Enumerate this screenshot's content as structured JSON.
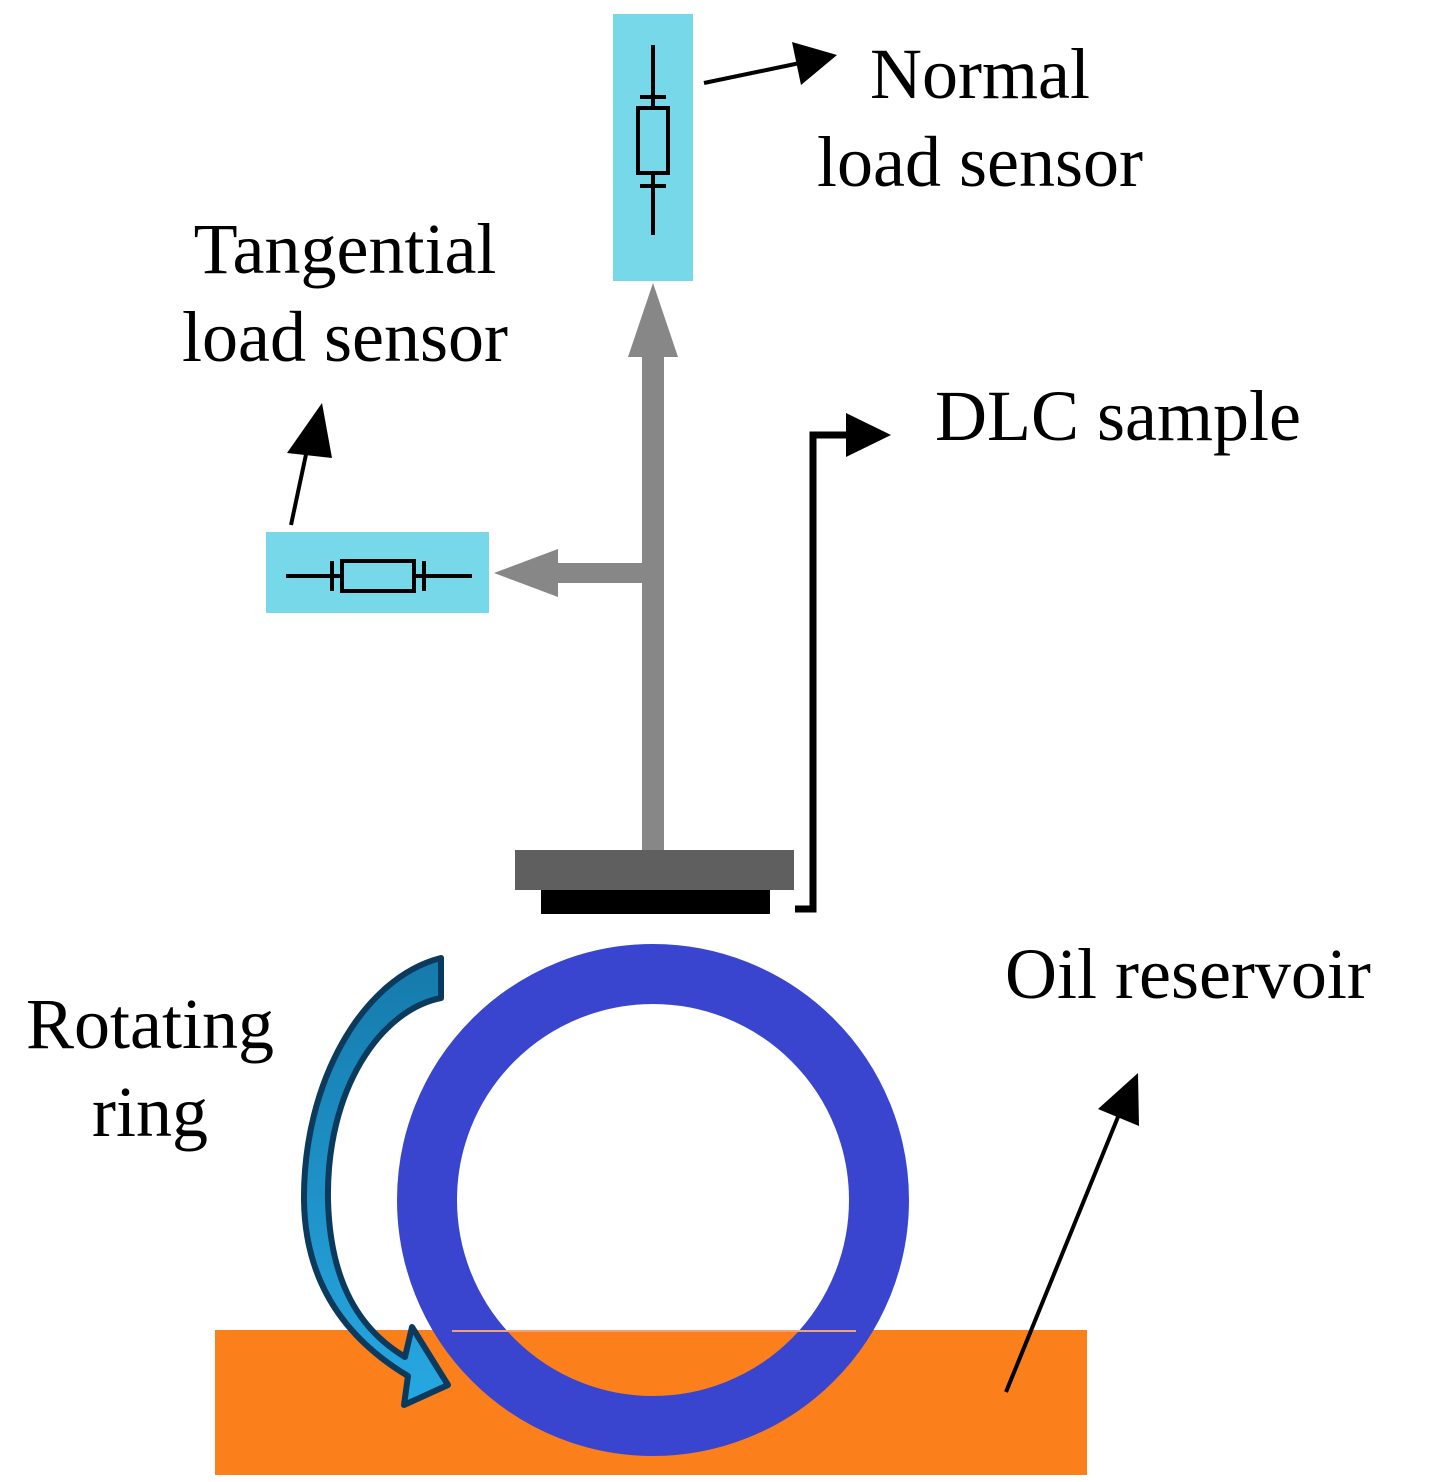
{
  "labels": {
    "normal_sensor": [
      "Normal",
      "load sensor"
    ],
    "tangential_sensor": [
      "Tangential",
      "load sensor"
    ],
    "dlc_sample": "DLC sample",
    "oil_reservoir": "Oil reservoir",
    "rotating_ring": [
      "Rotating",
      "ring"
    ]
  },
  "colors": {
    "sensor_fill": "#77d8ea",
    "rod": "#878787",
    "holder": "#5f5f5f",
    "sample": "#000000",
    "ring": "#3a45cf",
    "oil": "#fb7f1a",
    "rotation_arrow": "#1f9fd6",
    "rotation_arrow_outline": "#0b3a5c"
  },
  "icons": {
    "sensor": "load-cell-resistor-icon",
    "rotation": "curved-arrow-icon"
  }
}
